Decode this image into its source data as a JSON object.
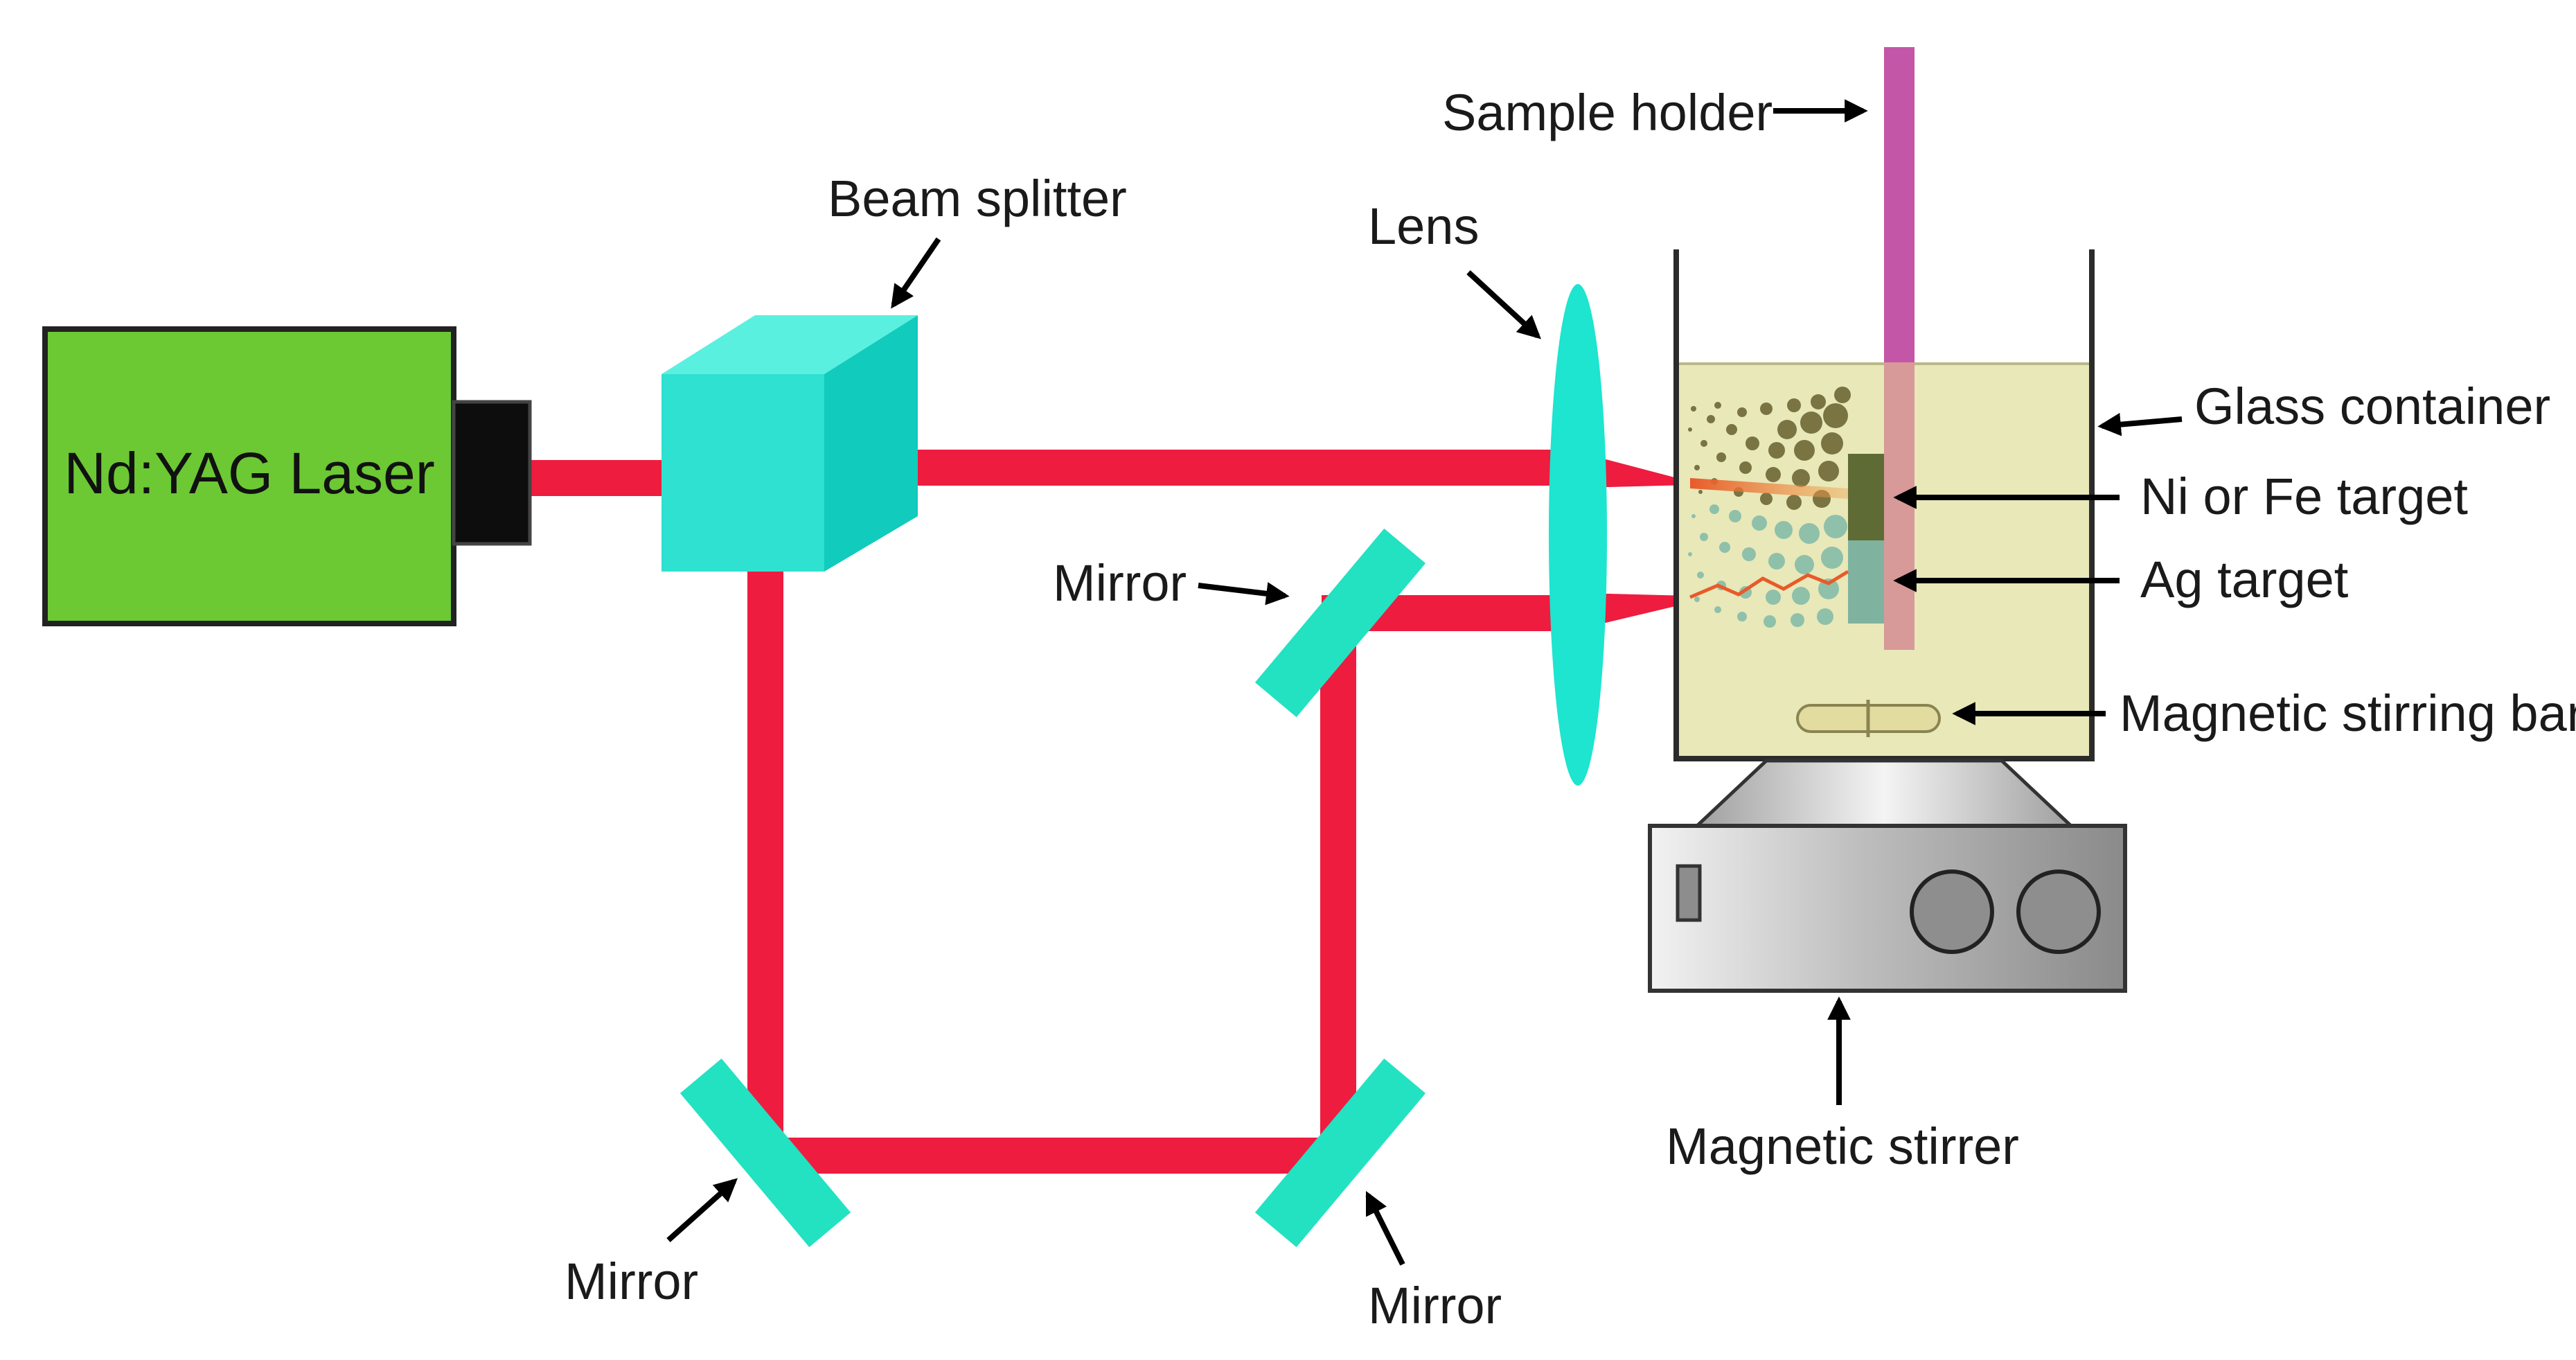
{
  "labels": {
    "laser": "Nd:YAG Laser",
    "beam_splitter": "Beam splitter",
    "lens": "Lens",
    "sample_holder": "Sample holder",
    "glass_container": "Glass container",
    "ni_fe_target": "Ni or Fe target",
    "ag_target": "Ag target",
    "stirring_bar": "Magnetic stirring bar",
    "magnetic_stirrer": "Magnetic stirrer",
    "mirror_upper": "Mirror",
    "mirror_lower_left": "Mirror",
    "mirror_lower_right": "Mirror"
  },
  "colors": {
    "laser_body": "#6cc833",
    "laser_nozzle": "#0d0d0d",
    "beam": "#ee1c3f",
    "optics": "#1de5cf",
    "liquid": "#e8e8b9",
    "sample_holder": "#c456a8",
    "ni_fe_target": "#5f6b34",
    "ag_target": "#7fb3a0",
    "stirrer_body": "#c9c9c9"
  }
}
